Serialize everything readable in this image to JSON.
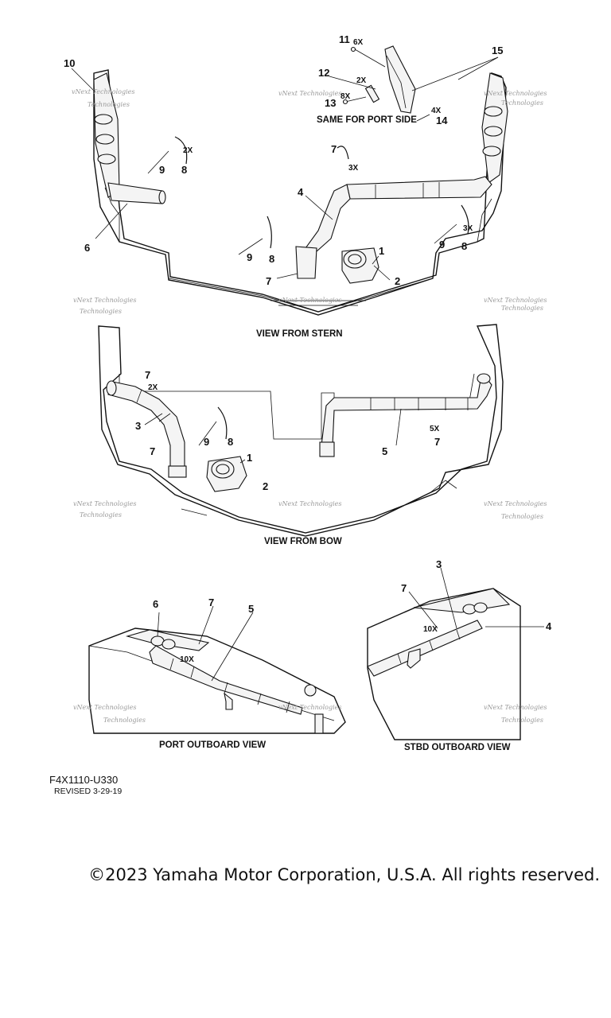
{
  "views": {
    "stern_caption": "VIEW FROM STERN",
    "bow_caption": "VIEW FROM BOW",
    "port_caption": "PORT OUTBOARD VIEW",
    "stbd_caption": "STBD OUTBOARD VIEW"
  },
  "notes": {
    "same_for_port": "SAME FOR PORT SIDE"
  },
  "callouts": {
    "n1": "1",
    "n2": "2",
    "n3": "3",
    "n4": "4",
    "n5": "5",
    "n6": "6",
    "n7": "7",
    "n8": "8",
    "n9": "9",
    "n10": "10",
    "n11": "11",
    "n12": "12",
    "n13": "13",
    "n14": "14",
    "n15": "15"
  },
  "quantities": {
    "q2x": "2X",
    "q3x": "3X",
    "q4x": "4X",
    "q5x": "5X",
    "q6x": "6X",
    "q8x": "8X",
    "q10x": "10X"
  },
  "watermark": {
    "line1": "vNext Technologies",
    "line2": "Technologies"
  },
  "footer": {
    "code": "F4X1110-U330",
    "revised": "REVISED 3-29-19",
    "copyright": "©2023 Yamaha Motor Corporation, U.S.A. All rights reserved."
  }
}
